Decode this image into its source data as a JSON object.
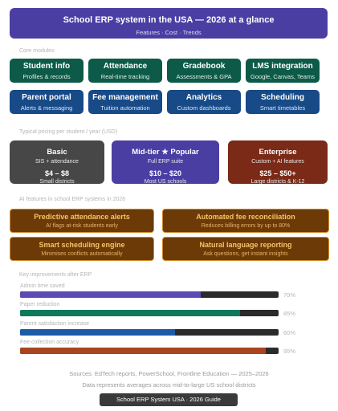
{
  "header": {
    "title": "School ERP system in the USA — 2026 at a glance",
    "subtitle": "Features · Cost · Trends"
  },
  "sections": {
    "modules": "Core modules",
    "pricing": "Typical pricing per student / year (USD)",
    "ai": "AI features in school ERP systems in 2026",
    "kpi": "Key improvements after ERP"
  },
  "modules": [
    {
      "name": "Student info",
      "desc": "Profiles & records",
      "color": "#0d5a48"
    },
    {
      "name": "Attendance",
      "desc": "Real-time tracking",
      "color": "#0d5a48"
    },
    {
      "name": "Gradebook",
      "desc": "Assessments & GPA",
      "color": "#0d5a48"
    },
    {
      "name": "LMS integration",
      "desc": "Google, Canvas, Teams",
      "color": "#0d5a48"
    },
    {
      "name": "Parent portal",
      "desc": "Alerts & messaging",
      "color": "#174a87"
    },
    {
      "name": "Fee management",
      "desc": "Tuition automation",
      "color": "#174a87"
    },
    {
      "name": "Analytics",
      "desc": "Custom dashboards",
      "color": "#174a87"
    },
    {
      "name": "Scheduling",
      "desc": "Smart timetables",
      "color": "#174a87"
    }
  ],
  "tiers": [
    {
      "name": "Basic",
      "desc": "SIS + attendance",
      "price": "$4 – $8",
      "use": "Small districts",
      "color": "#474747"
    },
    {
      "name": "Mid-tier ★ Popular",
      "desc": "Full ERP suite",
      "price": "$10 – $20",
      "use": "Most US schools",
      "color": "#4b3ea3"
    },
    {
      "name": "Enterprise",
      "desc": "Custom + AI features",
      "price": "$25 – $50+",
      "use": "Large districts & K-12",
      "color": "#7a2a16"
    }
  ],
  "ai_features": [
    {
      "name": "Predictive attendance alerts",
      "desc": "AI flags at-risk students early"
    },
    {
      "name": "Automated fee reconciliation",
      "desc": "Reduces billing errors by up to 80%"
    },
    {
      "name": "Smart scheduling engine",
      "desc": "Minimises conflicts automatically"
    },
    {
      "name": "Natural language reporting",
      "desc": "Ask questions, get instant insights"
    }
  ],
  "kpis": [
    {
      "label": "Admin time saved",
      "value": 70,
      "display": "70%",
      "color": "#5b4bb5"
    },
    {
      "label": "Paper reduction",
      "value": 85,
      "display": "85%",
      "color": "#0f7a5a"
    },
    {
      "label": "Parent satisfaction increase",
      "value": 60,
      "display": "60%",
      "color": "#1d5aa8"
    },
    {
      "label": "Fee collection accuracy",
      "value": 95,
      "display": "95%",
      "color": "#a8441e"
    }
  ],
  "footer": {
    "sources": "Sources: EdTech reports, PowerSchool, Frontline Education — 2025–2026",
    "note": "Data represents averages across mid-to-large US school districts",
    "badge": "School ERP System USA · 2026 Guide"
  }
}
